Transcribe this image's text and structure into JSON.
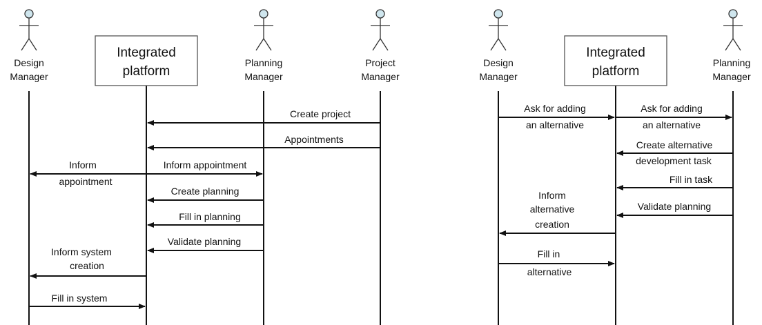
{
  "diagram_left": {
    "participants": {
      "design_manager": [
        "Design",
        "Manager"
      ],
      "integrated_platform": [
        "Integrated",
        "platform"
      ],
      "planning_manager": [
        "Planning",
        "Manager"
      ],
      "project_manager": [
        "Project",
        "Manager"
      ]
    },
    "messages": {
      "create_project": "Create project",
      "appointments": "Appointments",
      "inform_appointment_left": [
        "Inform",
        "appointment"
      ],
      "inform_appointment_right": "Inform appointment",
      "create_planning": "Create planning",
      "fill_in_planning": "Fill in planning",
      "validate_planning": "Validate planning",
      "inform_system_creation": [
        "Inform system",
        "creation"
      ],
      "fill_in_system": "Fill in system"
    }
  },
  "diagram_right": {
    "participants": {
      "design_manager": [
        "Design",
        "Manager"
      ],
      "integrated_platform": [
        "Integrated",
        "platform"
      ],
      "planning_manager": [
        "Planning",
        "Manager"
      ]
    },
    "messages": {
      "ask_for_adding_left": [
        "Ask for adding",
        "an alternative"
      ],
      "ask_for_adding_right": [
        "Ask for adding",
        "an alternative"
      ],
      "create_alternative_task": [
        "Create alternative",
        "development task"
      ],
      "fill_in_task": "Fill in task",
      "validate_planning": "Validate planning",
      "inform_alternative_creation": [
        "Inform",
        "alternative",
        "creation"
      ],
      "fill_in_alternative": [
        "Fill in",
        "alternative"
      ]
    }
  },
  "colors": {
    "line": "#111111",
    "actor_head": "#cfe6ee",
    "actor_head_stroke": "#333333",
    "box_fill": "#ffffff",
    "box_stroke": "#555555"
  }
}
